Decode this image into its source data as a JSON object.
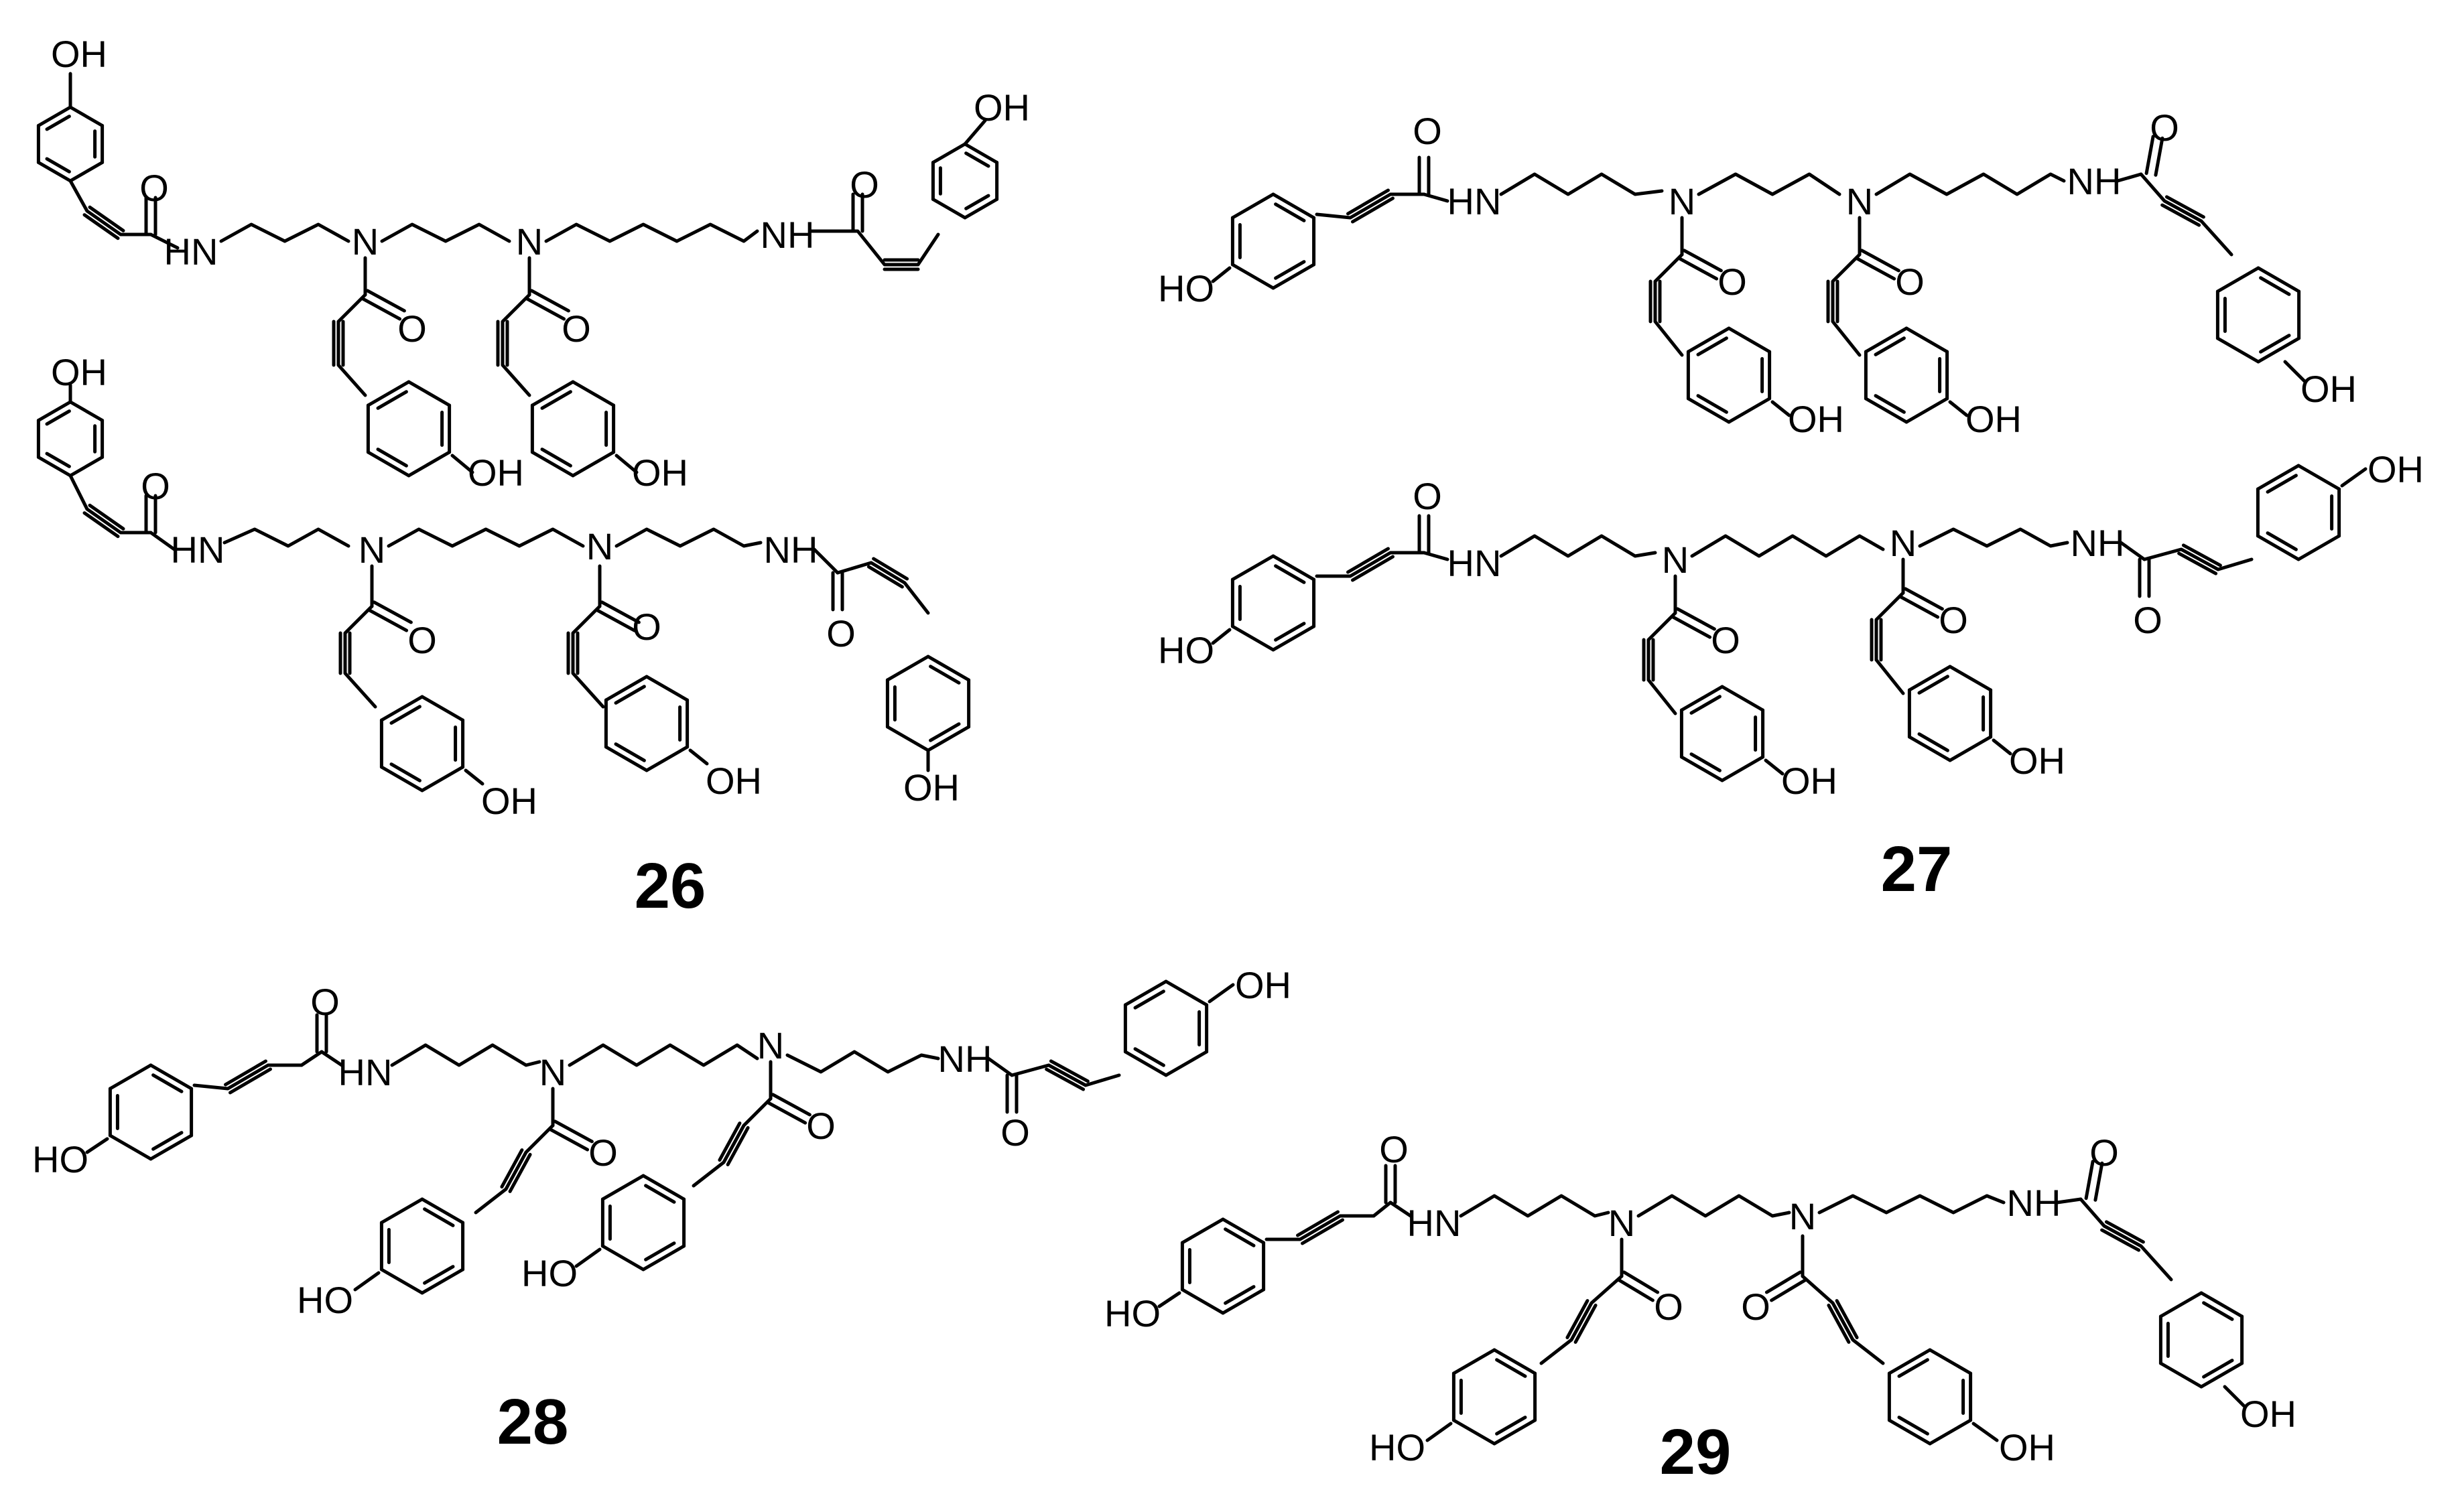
{
  "figure": {
    "atom_symbols": {
      "hydroxyl": "OH",
      "hydroxyl_left": "HO",
      "amide_nh_left": "HN",
      "amide_nh_right": "NH",
      "nitrogen": "N",
      "carbonyl_oxygen": "O"
    },
    "compounds": [
      {
        "id": "26",
        "structures": 2,
        "double_bond_geometry": "Z"
      },
      {
        "id": "27",
        "structures": 2,
        "double_bond_geometry": "E/Z"
      },
      {
        "id": "28",
        "structures": 1,
        "double_bond_geometry": "E"
      },
      {
        "id": "29",
        "structures": 1,
        "double_bond_geometry": "E"
      }
    ]
  }
}
